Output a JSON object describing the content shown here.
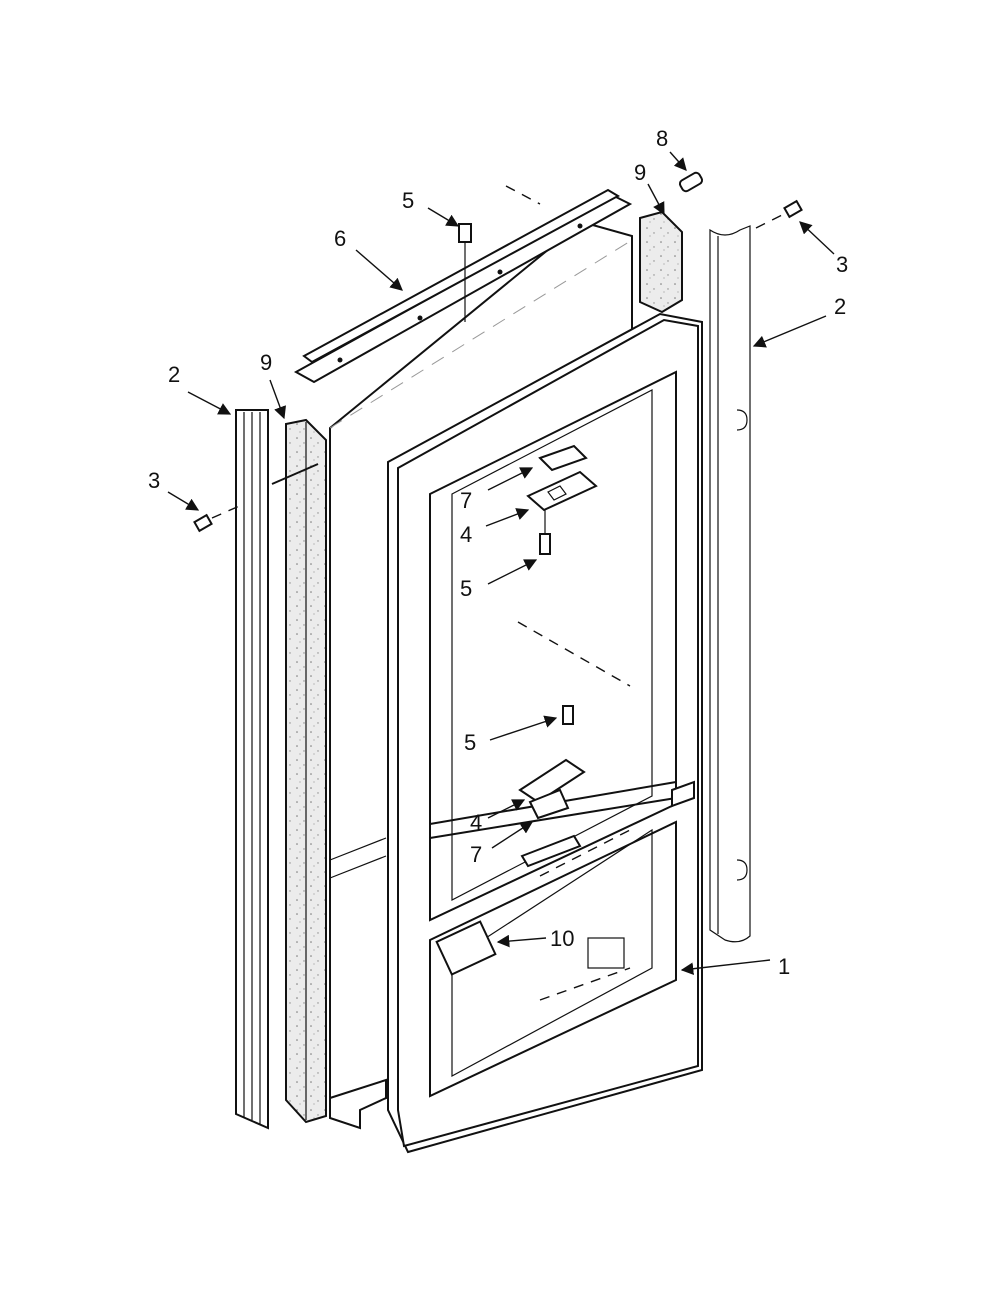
{
  "callouts": {
    "c1": "1",
    "c2_left": "2",
    "c2_right": "2",
    "c3_left": "3",
    "c3_right": "3",
    "c4_upper": "4",
    "c4_lower": "4",
    "c5_top": "5",
    "c5_upper": "5",
    "c5_lower": "5",
    "c6": "6",
    "c7_upper": "7",
    "c7_lower": "7",
    "c8": "8",
    "c9_left": "9",
    "c9_right": "9",
    "c10": "10"
  }
}
